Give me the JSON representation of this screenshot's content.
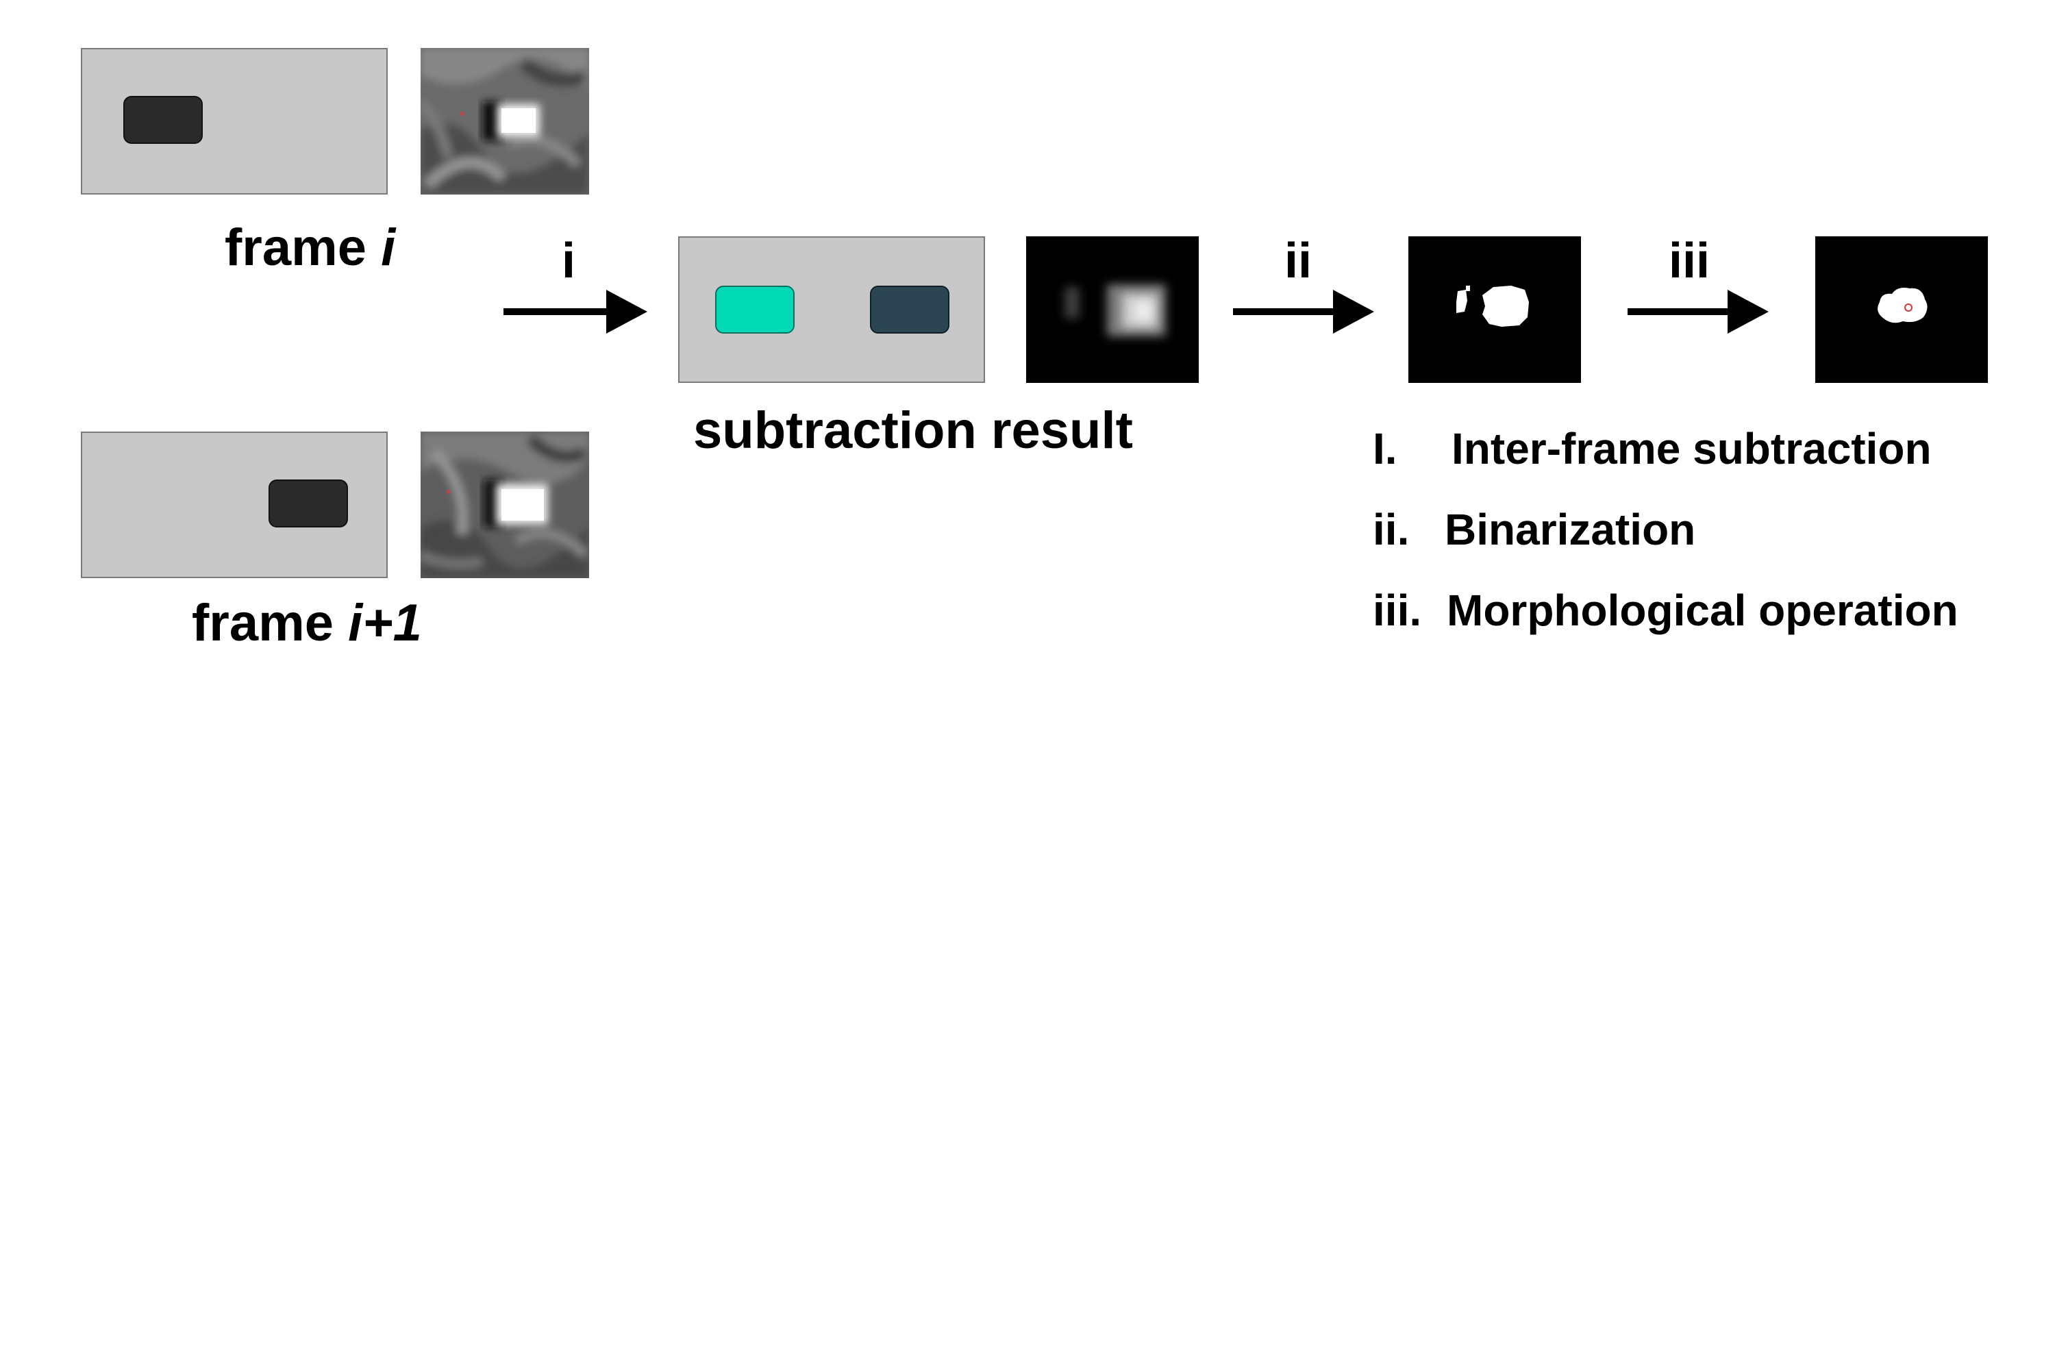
{
  "frames": {
    "frame_i": {
      "label_prefix": "frame ",
      "label_italic": "i"
    },
    "frame_i1": {
      "label_prefix": "frame ",
      "label_italic": "i+1"
    }
  },
  "subtraction": {
    "label": "subtraction result"
  },
  "steps": [
    {
      "marker": "i"
    },
    {
      "marker": "ii"
    },
    {
      "marker": "iii"
    }
  ],
  "legend": [
    {
      "num": "I.",
      "text": "Inter-frame subtraction"
    },
    {
      "num": "ii.",
      "text": "Binarization"
    },
    {
      "num": "iii.",
      "text": "Morphological operation"
    }
  ],
  "colors": {
    "panel_gray": "#c8c8c8",
    "dark_block": "#2a2a2a",
    "teal_block": "#00d9b3",
    "navy_block": "#2d4452",
    "black": "#000000"
  }
}
